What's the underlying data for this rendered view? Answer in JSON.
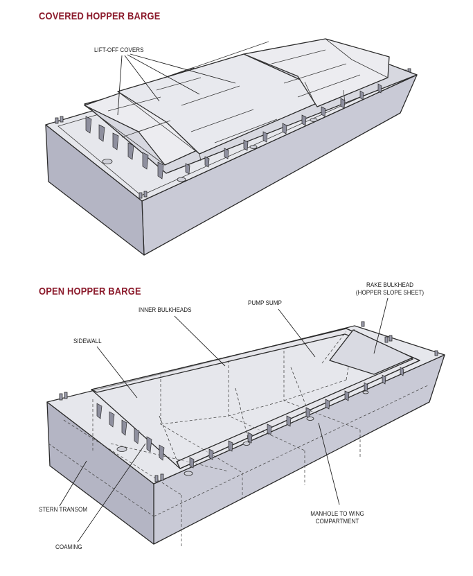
{
  "covered": {
    "title": "COVERED HOPPER BARGE",
    "labels": {
      "covers": "LIFT-OFF COVERS"
    }
  },
  "open": {
    "title": "OPEN HOPPER BARGE",
    "labels": {
      "rake_line1": "RAKE BULKHEAD",
      "rake_line2": "(HOPPER SLOPE SHEET)",
      "pump": "PUMP SUMP",
      "inner": "INNER BULKHEADS",
      "sidewall": "SIDEWALL",
      "stern": "STERN TRANSOM",
      "manhole_line1": "MANHOLE TO WING",
      "manhole_line2": "COMPARTMENT",
      "coaming": "COAMING"
    }
  },
  "colors": {
    "title": "#8b1a2b",
    "hull_side": "#c9cad6",
    "hull_front": "#b4b5c4",
    "deck": "#e3e4ea",
    "cover": "#ececf0",
    "outline": "#2b2b2b"
  }
}
